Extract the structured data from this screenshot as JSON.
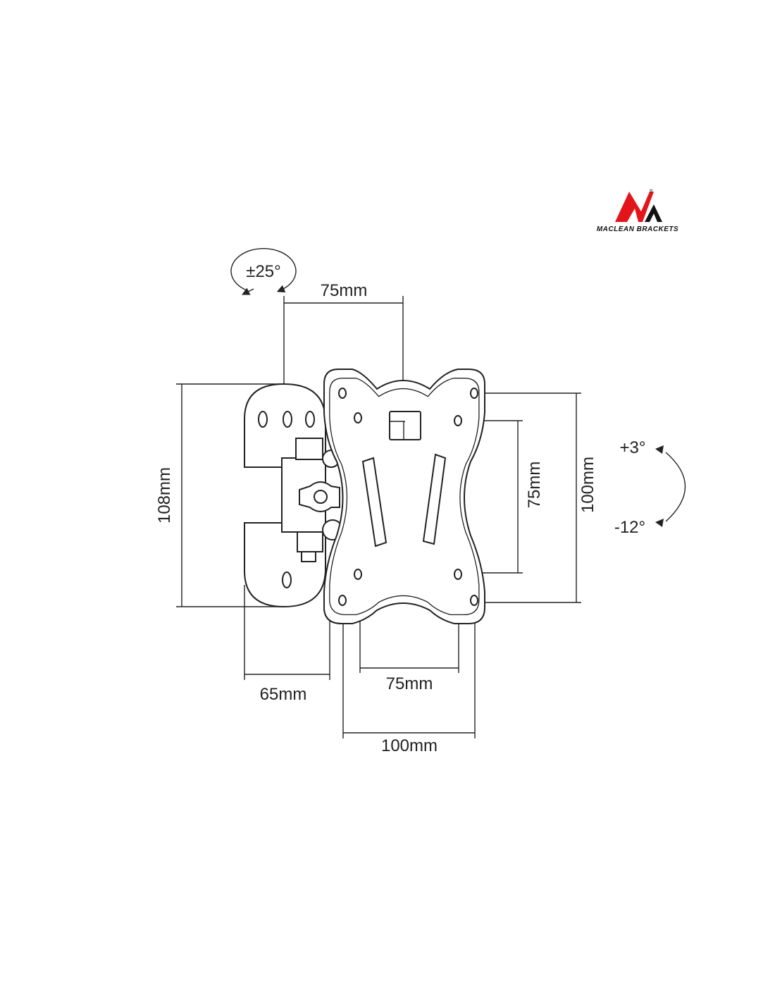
{
  "logo": {
    "brand": "MACLEAN BRACKETS",
    "mark": "®",
    "colors": {
      "red": "#e3151a",
      "black": "#111111"
    }
  },
  "dimensions": {
    "swivel": "±25°",
    "top_width": "75mm",
    "height_left": "108mm",
    "depth": "65mm",
    "vesa_small_width": "75mm",
    "vesa_large_width": "100mm",
    "vesa_small_height": "75mm",
    "vesa_large_height": "100mm"
  },
  "tilt": {
    "up": "+3°",
    "down": "-12°"
  }
}
